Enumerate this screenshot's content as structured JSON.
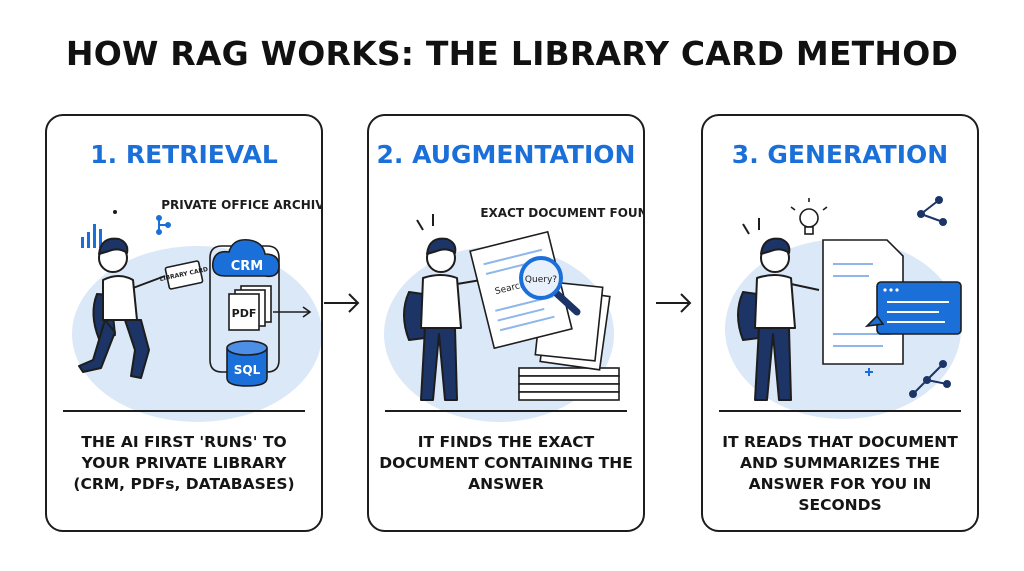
{
  "title": "HOW RAG WORKS: THE LIBRARY CARD METHOD",
  "colors": {
    "accent": "#1b6fd9",
    "navy": "#1c3466",
    "blob": "#dbe8f8",
    "ink": "#1d1d1d"
  },
  "panels": [
    {
      "heading": "1. RETRIEVAL",
      "caption": "THE AI FIRST 'RUNS' TO YOUR PRIVATE LIBRARY (CRM, PDFs, DATABASES)",
      "labels": {
        "archive": "PRIVATE OFFICE ARCHIVE",
        "card": "LIBRARY CARD",
        "crm": "CRM",
        "pdf": "PDF",
        "sql": "SQL"
      }
    },
    {
      "heading": "2. AUGMENTATION",
      "caption": "IT FINDS THE EXACT DOCUMENT CONTAINING THE ANSWER",
      "labels": {
        "found": "EXACT DOCUMENT FOUND",
        "search": "Search",
        "query": "Query?"
      }
    },
    {
      "heading": "3. GENERATION",
      "caption": "IT READS THAT DOCUMENT AND SUMMARIZES THE ANSWER FOR YOU IN SECONDS",
      "labels": {}
    }
  ]
}
